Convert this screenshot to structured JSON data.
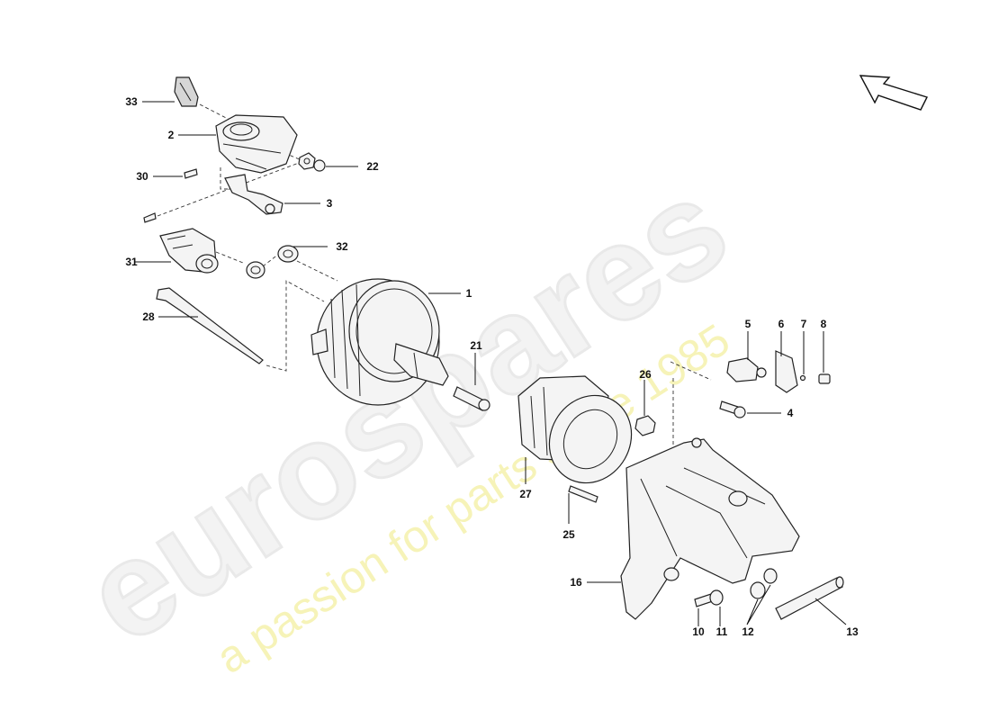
{
  "watermark": {
    "brand": "eurospares",
    "tagline": "a passion for parts since 1985"
  },
  "callouts": [
    "33",
    "2",
    "22",
    "30",
    "3",
    "31",
    "32",
    "1",
    "28",
    "21",
    "26",
    "5",
    "6",
    "7",
    "8",
    "4",
    "27",
    "25",
    "16",
    "10",
    "11",
    "12",
    "13"
  ]
}
